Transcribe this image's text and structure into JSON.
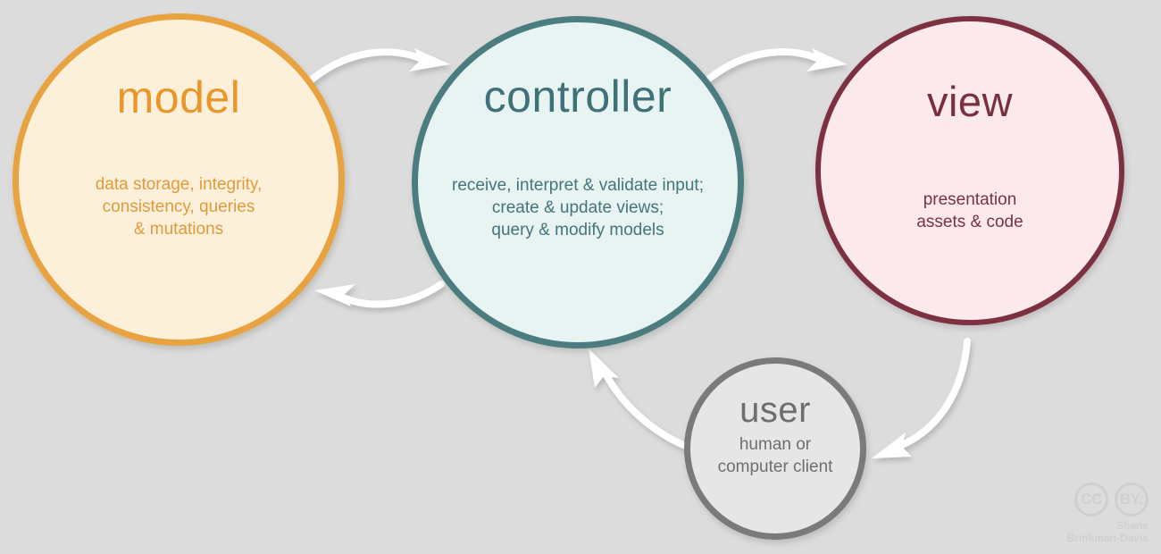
{
  "diagram": {
    "title": "MVC architecture diagram",
    "background_color": "#dcdcdc",
    "nodes": [
      {
        "id": "model",
        "title": "model",
        "description": "data storage, integrity,\nconsistency, queries\n& mutations",
        "border_color": "#e8a340",
        "fill_color": "#fdf0db",
        "text_color": "#e09a3a"
      },
      {
        "id": "controller",
        "title": "controller",
        "description": "receive, interpret & validate input;\ncreate & update views;\nquery & modify models",
        "border_color": "#4a7c80",
        "fill_color": "#e7f4f2",
        "text_color": "#44757a"
      },
      {
        "id": "view",
        "title": "view",
        "description": "presentation\nassets & code",
        "border_color": "#7d3040",
        "fill_color": "#fbe9ec",
        "text_color": "#7a3341"
      },
      {
        "id": "user",
        "title": "user",
        "description": "human or\ncomputer client",
        "border_color": "#7a7a7a",
        "fill_color": "#e6e6e6",
        "text_color": "#6e6e6e"
      }
    ],
    "arrows": [
      {
        "id": "model-to-controller",
        "from": "model",
        "to": "controller",
        "color": "#ffffff"
      },
      {
        "id": "controller-to-model",
        "from": "controller",
        "to": "model",
        "color": "#ffffff"
      },
      {
        "id": "controller-to-view",
        "from": "controller",
        "to": "view",
        "color": "#ffffff"
      },
      {
        "id": "view-to-user",
        "from": "view",
        "to": "user",
        "color": "#ffffff"
      },
      {
        "id": "user-to-controller",
        "from": "user",
        "to": "controller",
        "color": "#ffffff"
      }
    ]
  },
  "license": {
    "cc_label": "CC",
    "by_label": "BY:",
    "credit": "Shane\nBrinkman-Davis",
    "color": "#cfcfcf"
  }
}
